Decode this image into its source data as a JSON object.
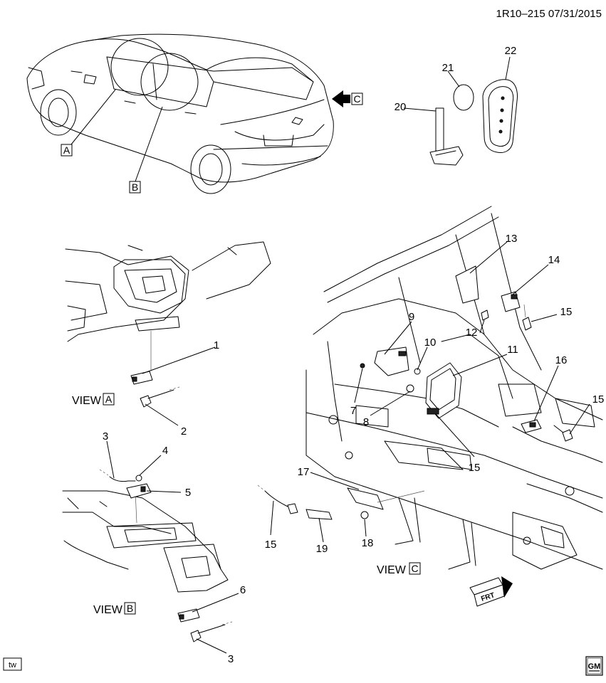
{
  "header": {
    "code": "1R10–215  07/31/2015"
  },
  "callouts": {
    "c1": "1",
    "c2": "2",
    "c3a": "3",
    "c3b": "3",
    "c4": "4",
    "c5": "5",
    "c6": "6",
    "c7": "7",
    "c8": "8",
    "c9": "9",
    "c10": "10",
    "c11": "11",
    "c12": "12",
    "c13": "13",
    "c14": "14",
    "c15a": "15",
    "c15b": "15",
    "c15c": "15",
    "c15d": "15",
    "c16": "16",
    "c17": "17",
    "c18": "18",
    "c19": "19",
    "c20": "20",
    "c21": "21",
    "c22": "22"
  },
  "view_refs": {
    "a": "A",
    "b": "B",
    "c": "C"
  },
  "views": {
    "a_word": "VIEW",
    "a_letter": "A",
    "b_word": "VIEW",
    "b_letter": "B",
    "c_word": "VIEW",
    "c_letter": "C"
  },
  "frt": "FRT",
  "footer": {
    "tw": "tw",
    "gm_logo": "GM"
  },
  "icons": [
    "arrow-c-icon",
    "frt-arrow-icon",
    "gm-logo-icon",
    "tw-badge-icon"
  ]
}
